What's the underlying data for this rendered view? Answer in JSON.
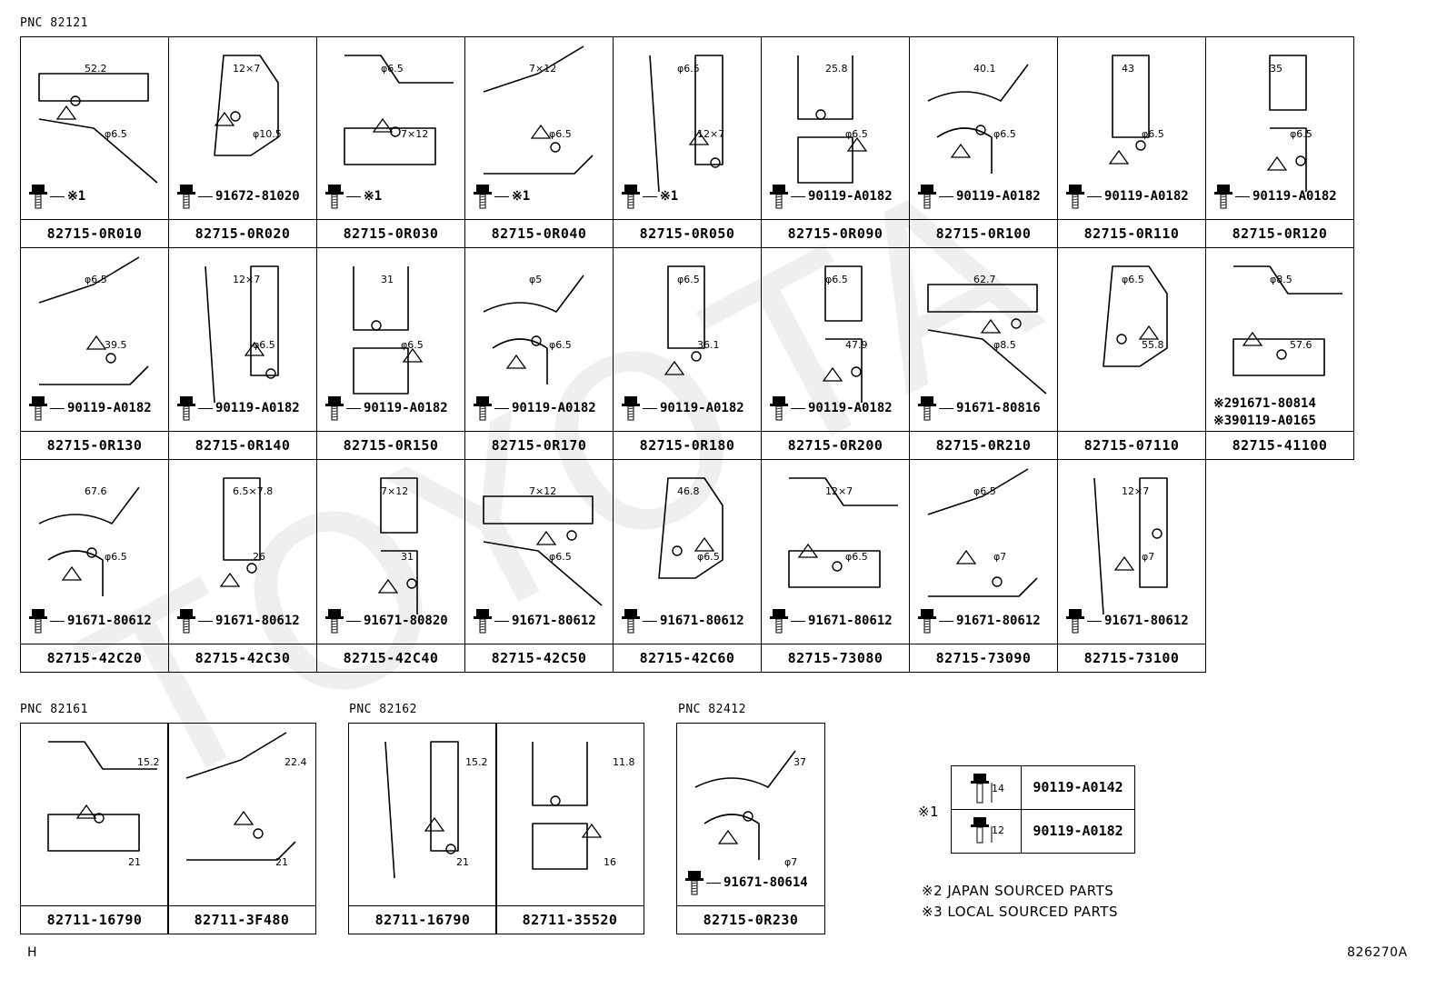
{
  "pnc": {
    "a": "PNC 82121",
    "b": "PNC 82161",
    "c": "PNC 82162",
    "d": "PNC 82412"
  },
  "grid1": {
    "row1": [
      {
        "pn": "82715-0R010",
        "bolt": "※1",
        "dims": [
          "52.2",
          "φ6.5"
        ]
      },
      {
        "pn": "82715-0R020",
        "bolt": "91672-81020",
        "dims": [
          "12×7",
          "φ10.5"
        ]
      },
      {
        "pn": "82715-0R030",
        "bolt": "※1",
        "dims": [
          "φ6.5",
          "7×12"
        ]
      },
      {
        "pn": "82715-0R040",
        "bolt": "※1",
        "dims": [
          "7×12",
          "φ6.5"
        ]
      },
      {
        "pn": "82715-0R050",
        "bolt": "※1",
        "dims": [
          "φ6.5",
          "12×7"
        ]
      },
      {
        "pn": "82715-0R090",
        "bolt": "90119-A0182",
        "dims": [
          "25.8",
          "φ6.5"
        ]
      },
      {
        "pn": "82715-0R100",
        "bolt": "90119-A0182",
        "dims": [
          "40.1",
          "φ6.5"
        ]
      },
      {
        "pn": "82715-0R110",
        "bolt": "90119-A0182",
        "dims": [
          "43",
          "φ6.5"
        ]
      },
      {
        "pn": "82715-0R120",
        "bolt": "90119-A0182",
        "dims": [
          "35",
          "φ6.5"
        ]
      }
    ],
    "row2": [
      {
        "pn": "82715-0R130",
        "bolt": "90119-A0182",
        "dims": [
          "φ6.5",
          "39.5"
        ]
      },
      {
        "pn": "82715-0R140",
        "bolt": "90119-A0182",
        "dims": [
          "12×7",
          "φ6.5"
        ]
      },
      {
        "pn": "82715-0R150",
        "bolt": "90119-A0182",
        "dims": [
          "31",
          "φ6.5"
        ]
      },
      {
        "pn": "82715-0R170",
        "bolt": "90119-A0182",
        "dims": [
          "φ5",
          "φ6.5"
        ]
      },
      {
        "pn": "82715-0R180",
        "bolt": "90119-A0182",
        "dims": [
          "φ6.5",
          "36.1"
        ]
      },
      {
        "pn": "82715-0R200",
        "bolt": "90119-A0182",
        "dims": [
          "φ6.5",
          "47.9"
        ]
      },
      {
        "pn": "82715-0R210",
        "bolt": "91671-80816",
        "dims": [
          "62.7",
          "φ8.5"
        ]
      },
      {
        "pn": "82715-07110",
        "bolt": "",
        "dims": [
          "φ6.5",
          "55.8"
        ]
      },
      {
        "pn": "82715-41100",
        "bolt": "※291671-80814",
        "bolt2": "※390119-A0165",
        "dims": [
          "φ8.5",
          "57.6"
        ]
      }
    ],
    "row3": [
      {
        "pn": "82715-42C20",
        "bolt": "91671-80612",
        "dims": [
          "67.6",
          "φ6.5"
        ]
      },
      {
        "pn": "82715-42C30",
        "bolt": "91671-80612",
        "dims": [
          "6.5×7.8",
          "26"
        ]
      },
      {
        "pn": "82715-42C40",
        "bolt": "91671-80820",
        "dims": [
          "7×12",
          "31"
        ]
      },
      {
        "pn": "82715-42C50",
        "bolt": "91671-80612",
        "dims": [
          "7×12",
          "φ6.5"
        ]
      },
      {
        "pn": "82715-42C60",
        "bolt": "91671-80612",
        "dims": [
          "46.8",
          "φ6.5"
        ]
      },
      {
        "pn": "82715-73080",
        "bolt": "91671-80612",
        "dims": [
          "12×7",
          "φ6.5"
        ]
      },
      {
        "pn": "82715-73090",
        "bolt": "91671-80612",
        "dims": [
          "φ6.5",
          "φ7"
        ]
      },
      {
        "pn": "82715-73100",
        "bolt": "91671-80612",
        "dims": [
          "12×7",
          "φ7"
        ]
      }
    ]
  },
  "clips": [
    {
      "pn": "82711-16790",
      "dims": [
        "15.2",
        "21"
      ]
    },
    {
      "pn": "82711-3F480",
      "dims": [
        "22.4",
        "21"
      ]
    },
    {
      "pn": "82711-16790",
      "dims": [
        "15.2",
        "21"
      ]
    },
    {
      "pn": "82711-35520",
      "dims": [
        "11.8",
        "16"
      ]
    },
    {
      "pn": "82715-0R230",
      "bolt": "91671-80614",
      "dims": [
        "37",
        "φ7"
      ]
    }
  ],
  "note_table": {
    "marker": "※1",
    "rows": [
      {
        "len": "14",
        "pn": "90119-A0142"
      },
      {
        "len": "12",
        "pn": "90119-A0182"
      }
    ]
  },
  "notes": [
    "※2 JAPAN SOURCED PARTS",
    "※3 LOCAL SOURCED PARTS"
  ],
  "footer": {
    "left": "H",
    "right": "826270A"
  },
  "watermark": "TOYOTA"
}
